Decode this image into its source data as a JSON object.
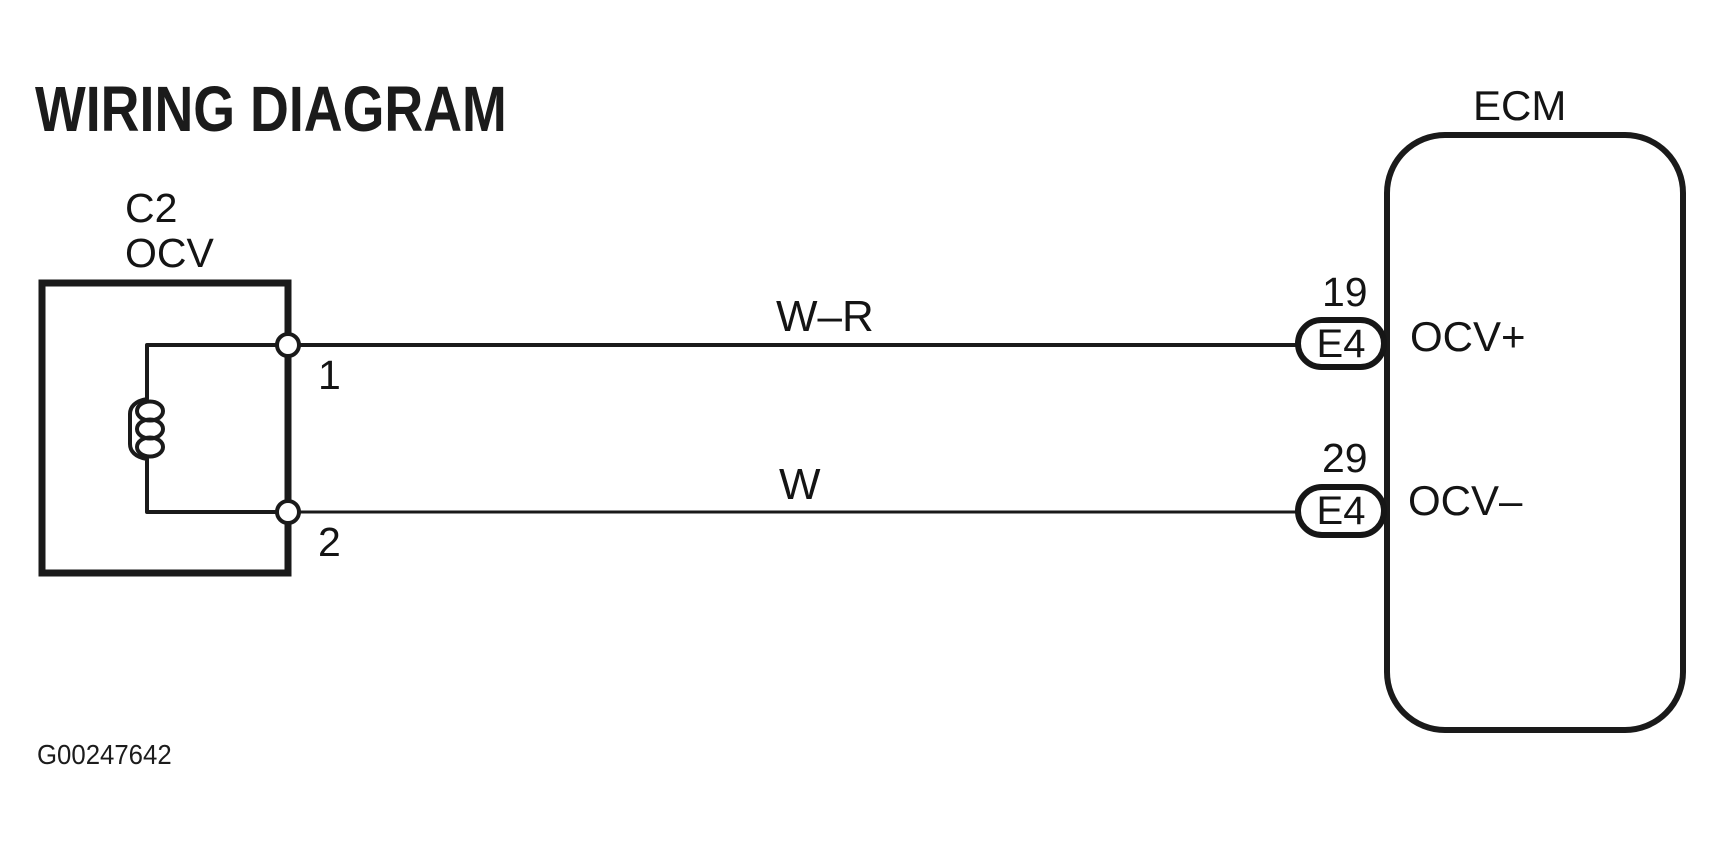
{
  "page": {
    "background": "#ffffff",
    "ink_color": "#161616",
    "title": "WIRING DIAGRAM",
    "figure_id": "G00247642"
  },
  "ocv_component": {
    "connector_id": "C2",
    "component_name": "OCV",
    "pin1": "1",
    "pin2": "2",
    "symbol": "solenoid-coil"
  },
  "wires": {
    "top": {
      "color_code": "W–R",
      "from_pin": "1",
      "to_pin": "19"
    },
    "bottom": {
      "color_code": "W",
      "from_pin": "2",
      "to_pin": "29"
    }
  },
  "ecm": {
    "name": "ECM",
    "top_terminal": {
      "pin": "19",
      "connector": "E4",
      "signal": "OCV+"
    },
    "bottom_terminal": {
      "pin": "29",
      "connector": "E4",
      "signal": "OCV–"
    }
  }
}
